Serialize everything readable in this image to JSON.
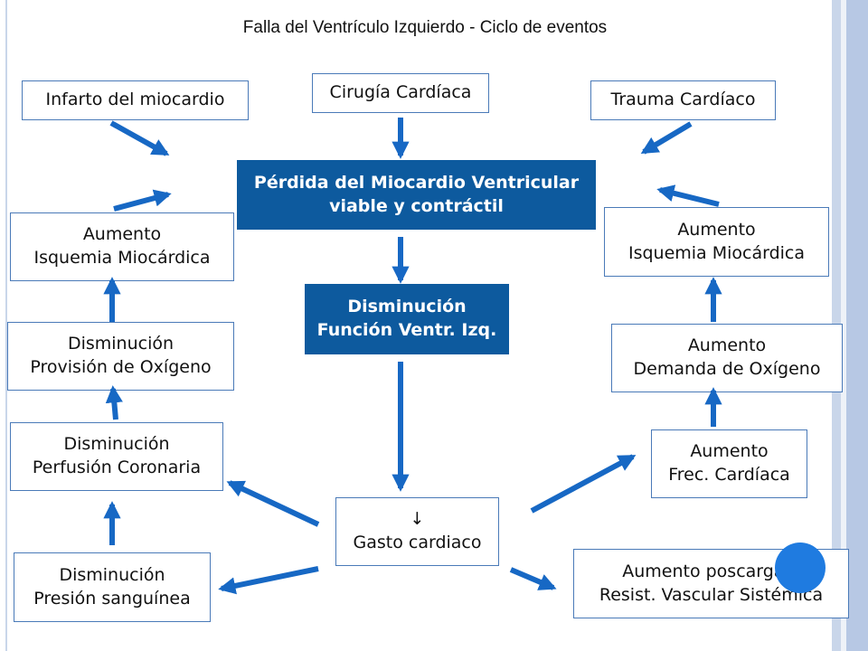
{
  "title": "Falla del Ventrículo Izquierdo - Ciclo de eventos",
  "colors": {
    "arrow": "#1768c4",
    "dark_box": "#0d5a9e",
    "box_border": "#4a7ab8",
    "dot": "#1f7be0"
  },
  "boxes": {
    "infarto": "Infarto del miocardio",
    "cirugia": "Cirugía Cardíaca",
    "trauma": "Trauma Cardíaco",
    "perdida": "Pérdida del Miocardio Ventricular\nviable y contráctil",
    "disminucion_funcion": "Disminución\nFunción Ventr. Izq.",
    "gasto": "↓\nGasto cardiaco",
    "aumento_isquemia_izq": "Aumento\nIsquemia Miocárdica",
    "disminucion_provision": "Disminución\nProvisión de Oxígeno",
    "disminucion_perfusion": "Disminución\nPerfusión Coronaria",
    "disminucion_presion": "Disminución\nPresión sanguínea",
    "aumento_isquemia_der": "Aumento\nIsquemia Miocárdica",
    "aumento_demanda": "Aumento\nDemanda de Oxígeno",
    "aumento_frec": "Aumento\nFrec. Cardíaca",
    "aumento_poscarga": "Aumento poscarga y\nResist. Vascular Sistémica"
  }
}
